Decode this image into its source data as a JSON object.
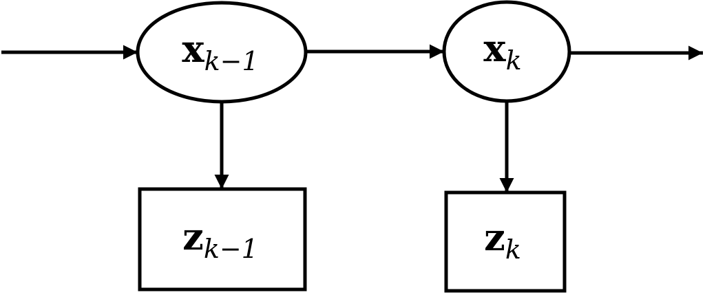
{
  "diagram": {
    "type": "graphical-model",
    "description": "Hidden Markov model / state-space filtering diagram: hidden states in ellipses, observations in rectangles",
    "colors": {
      "background": "#ffffff",
      "line": "#000000"
    },
    "nodes": [
      {
        "id": "state-prev",
        "shape": "ellipse",
        "label_main": "x",
        "label_sub": "k−1"
      },
      {
        "id": "state-curr",
        "shape": "ellipse",
        "label_main": "x",
        "label_sub": "k"
      },
      {
        "id": "obs-prev",
        "shape": "rectangle",
        "label_main": "z",
        "label_sub": "k−1"
      },
      {
        "id": "obs-curr",
        "shape": "rectangle",
        "label_main": "z",
        "label_sub": "k"
      }
    ],
    "edges": [
      {
        "from": "input",
        "to": "state-prev"
      },
      {
        "from": "state-prev",
        "to": "state-curr"
      },
      {
        "from": "state-curr",
        "to": "output"
      },
      {
        "from": "state-prev",
        "to": "obs-prev"
      },
      {
        "from": "state-curr",
        "to": "obs-curr"
      }
    ]
  }
}
